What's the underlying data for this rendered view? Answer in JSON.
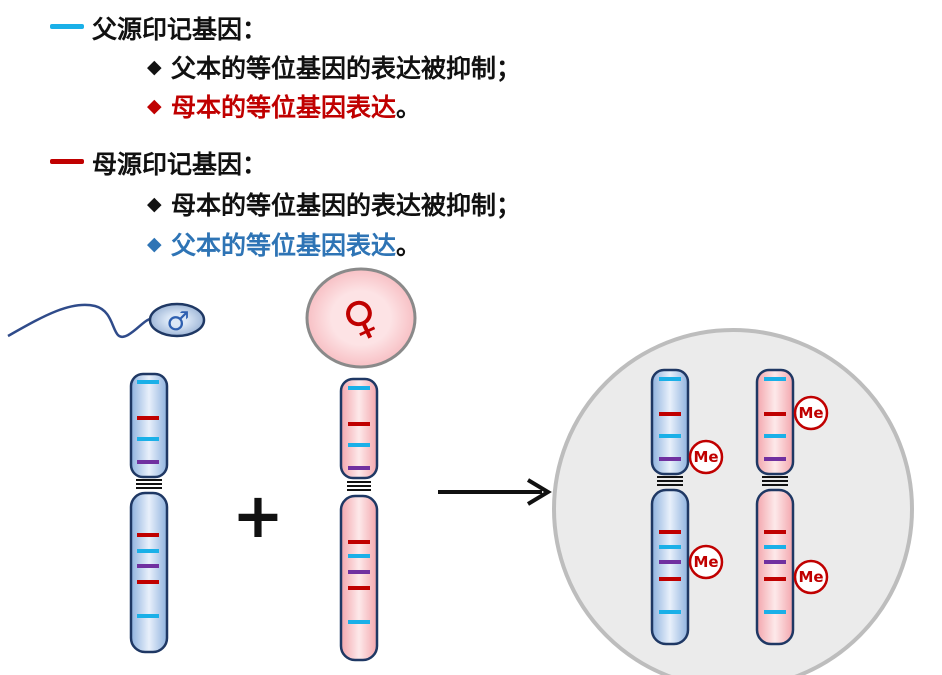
{
  "paternal": {
    "title": "父源印记基因：",
    "bullet1": {
      "marker": "◆",
      "text": "父本的等位基因的表达被抑制；"
    },
    "bullet2": {
      "marker": "◆",
      "text": "母本的等位基因表达",
      "tail": "。"
    }
  },
  "maternal": {
    "title": "母源印记基因：",
    "bullet1": {
      "marker": "◆",
      "text": "母本的等位基因的表达被抑制；"
    },
    "bullet2": {
      "marker": "◆",
      "text": "父本的等位基因表达",
      "tail": "。"
    }
  },
  "symbols": {
    "male": "♂",
    "female": "♀",
    "plus": "+",
    "methyl": "Me"
  },
  "colors": {
    "paternal_gene": "#1ab0e8",
    "maternal_gene": "#c00000",
    "other_gene": "#7030a0",
    "paternal_chromosome": "#a9c6ea",
    "maternal_chromosome": "#f7b9bf",
    "zygote_bg": "#e9e9e9"
  }
}
